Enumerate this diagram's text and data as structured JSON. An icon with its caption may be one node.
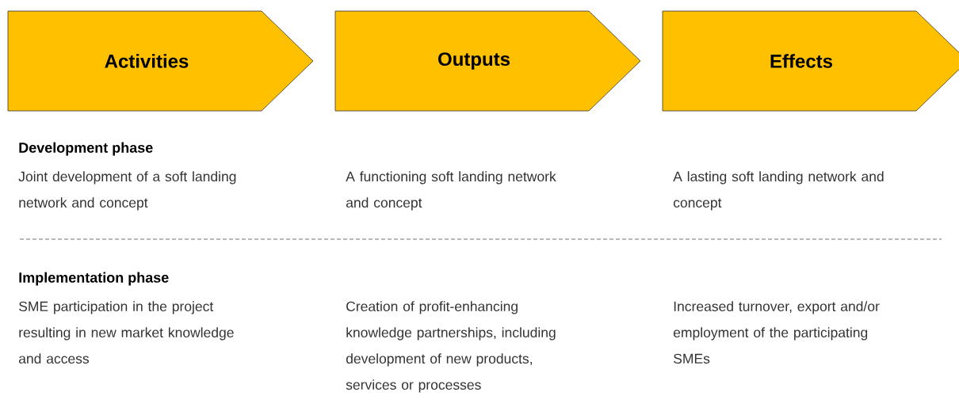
{
  "diagram": {
    "nodes": [
      {
        "text": [
          "Activities"
        ]
      },
      {
        "text": [
          "Outputs"
        ]
      },
      {
        "text": [
          "Effects"
        ]
      }
    ],
    "labels": [
      "Development phase",
      "Joint development of a soft landing network and concept",
      "A functioning soft landing network and concept",
      "A lasting soft landing network and concept",
      "Implementation phase",
      "SME participation in the project resulting in new market knowledge and access",
      "Creation of profit-enhancing knowledge partnerships, including development of new products, services or processes",
      "Increased turnover, export and/or employment of the participating SMEs"
    ]
  }
}
